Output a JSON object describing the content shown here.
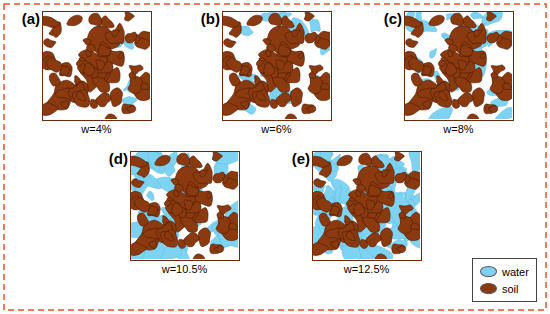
{
  "diagram": {
    "nodes": [
      {
        "text": [
          "(a)",
          "w=4%"
        ]
      },
      {
        "text": [
          "(b)",
          "w=6%"
        ]
      },
      {
        "text": [
          "(c)",
          "w=8%"
        ]
      },
      {
        "text": [
          "(d)",
          "w=10.5%"
        ]
      },
      {
        "text": [
          "(e)",
          "w=12.5%"
        ]
      }
    ],
    "legend": [
      {
        "text": "water",
        "color": "#7fd3f2"
      },
      {
        "text": "soil",
        "color": "#8b3a0f"
      }
    ]
  }
}
